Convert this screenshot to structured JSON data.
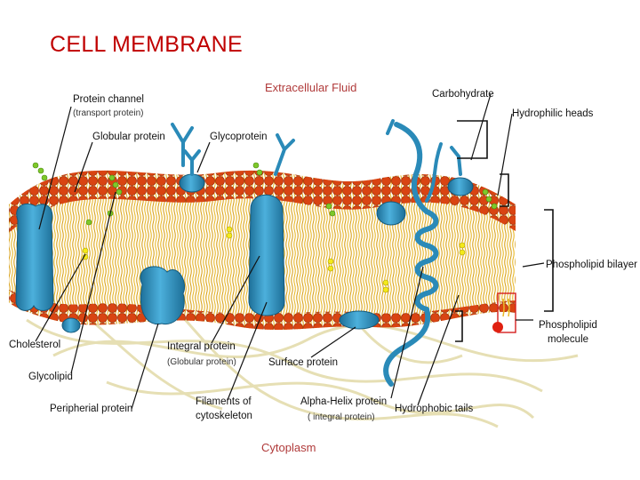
{
  "title": "CELL MEMBRANE",
  "regions": {
    "top": "Extracellular Fluid",
    "bottom": "Cytoplasm"
  },
  "labels": {
    "protein_channel": "Protein channel",
    "protein_channel_sub": "(transport protein)",
    "globular_protein": "Globular protein",
    "glycoprotein": "Glycoprotein",
    "carbohydrate": "Carbohydrate",
    "hydrophilic_heads": "Hydrophilic heads",
    "phospholipid_bilayer": "Phospholipid bilayer",
    "phospholipid_molecule_1": "Phospholipid",
    "phospholipid_molecule_2": "molecule",
    "cholesterol": "Cholesterol",
    "glycolipid": "Glycolipid",
    "peripheral_protein": "Peripherial protein",
    "integral_protein": "Integral protein",
    "integral_protein_sub": "(Globular protein)",
    "surface_protein": "Surface protein",
    "filaments_1": "Filaments of",
    "filaments_2": "cytoskeleton",
    "alpha_helix": "Alpha-Helix protein",
    "alpha_helix_sub": "( integral protein)",
    "hydrophobic_tails": "Hydrophobic tails"
  },
  "colors": {
    "title": "#c00000",
    "head": "#d94412",
    "tail": "#e8b828",
    "protein": "#2a8ab8",
    "region": "#b03a3a"
  }
}
